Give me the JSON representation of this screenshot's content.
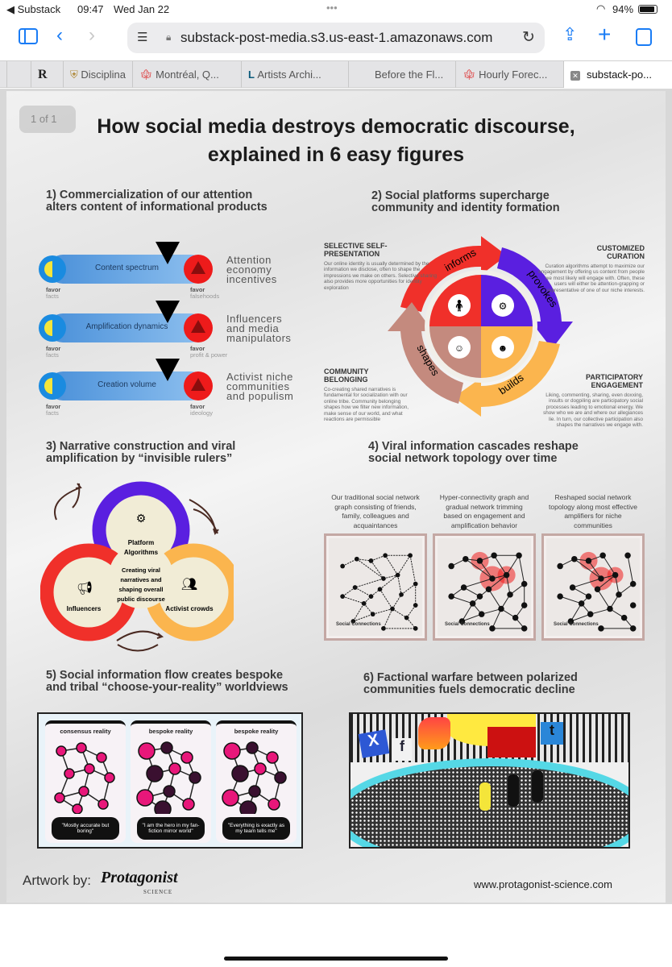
{
  "status_bar": {
    "back_app": "◀ Substack",
    "time": "09:47",
    "date": "Wed Jan 22",
    "dots": "•••",
    "wifi": "94%"
  },
  "browser": {
    "url": "substack-post-media.s3.us-east-1.amazonaws.com",
    "tabs": [
      {
        "label": "R",
        "icon": "r-favicon"
      },
      {
        "label": "Disciplina",
        "icon": "crest-favicon"
      },
      {
        "label": "Montréal, Q...",
        "icon": "maple-leaf-favicon"
      },
      {
        "label": "Artists Archi...",
        "icon": "l-favicon"
      },
      {
        "label": "Before the Fl...",
        "icon": ""
      },
      {
        "label": "Hourly Forec...",
        "icon": "maple-leaf-favicon"
      },
      {
        "label": "substack-po...",
        "icon": "close-icon",
        "active": true
      }
    ]
  },
  "viewer": {
    "page_indicator": "1 of 1"
  },
  "poster": {
    "title_line1": "How social media destroys democratic discourse,",
    "title_line2": "explained in 6 easy figures",
    "s1": {
      "heading_line1": "1) Commercialization of our attention",
      "heading_line2": "alters content of informational products",
      "rows": [
        {
          "bar": "Content spectrum",
          "left_favor": "favor",
          "left_value": "facts",
          "right_favor": "favor",
          "right_value": "falsehoods",
          "side": [
            "Attention",
            "economy",
            "incentives"
          ]
        },
        {
          "bar": "Amplification dynamics",
          "left_favor": "favor",
          "left_value": "facts",
          "right_favor": "favor",
          "right_value": "profit & power",
          "side": [
            "Influencers",
            "and media",
            "manipulators"
          ]
        },
        {
          "bar": "Creation volume",
          "left_favor": "favor",
          "left_value": "facts",
          "right_favor": "favor",
          "right_value": "ideology",
          "side": [
            "Activist niche",
            "communities",
            "and populism"
          ]
        }
      ]
    },
    "s2": {
      "heading_line1": "2) Social platforms supercharge",
      "heading_line2": "community and identity formation",
      "arrows": {
        "informs": "informs",
        "provokes": "provokes",
        "builds": "builds",
        "shapes": "shapes"
      },
      "colors": {
        "red": "#f0302a",
        "purple": "#5a1fe0",
        "orange": "#fbb54e",
        "rose": "#c48a7e"
      },
      "quadrants": [
        {
          "title": [
            "SELECTIVE SELF-",
            "PRESENTATION"
          ],
          "text": "Our online identity is usually determined by the information we disclose, often to shape the impressions we make on others. Selective sharing also provides more opportunities for identity exploration"
        },
        {
          "title": [
            "CUSTOMIZED",
            "CURATION"
          ],
          "text": "Curation algorithms attempt to maximize our engagement by offering us content from people we most likely will engage with. Often, these users will either be attention-grapping or representative of one of our niche interests."
        },
        {
          "title": [
            "COMMUNITY",
            "BELONGING"
          ],
          "text": "Co-creating shared narratives is fundamental for socialization with our online tribe. Community belonging shapes how we filter new information, make sense of our world, and what reactions are permissible"
        },
        {
          "title": [
            "PARTICIPATORY",
            "ENGAGEMENT"
          ],
          "text": "Liking, commenting, sharing, even doxxing, insults or dogpiling are participatory social processes leading to emotional energy. We show who we are and where our allegiances lie. In turn, our collective participation also shapes the narratives we engage with."
        }
      ]
    },
    "s3": {
      "heading_line1": "3) Narrative construction and viral",
      "heading_line2": "amplification by “invisible rulers”",
      "top": [
        "Platform",
        "Algorithms"
      ],
      "center": [
        "Creating viral",
        "narratives and",
        "shaping overall",
        "public discourse"
      ],
      "left": "Influencers",
      "right": "Activist crowds"
    },
    "s4": {
      "heading_line1": "4) Viral information cascades reshape",
      "heading_line2": "social network topology over time",
      "panels": [
        {
          "caption": [
            "Our traditional social network",
            "graph consisting of friends,",
            "family, colleagues and",
            "acquaintances"
          ],
          "label": "Social Connections"
        },
        {
          "caption": [
            "Hyper-connectivity graph and",
            "gradual network trimming",
            "based on engagement and",
            "amplification behavior"
          ],
          "label": "Social Connections"
        },
        {
          "caption": [
            "Reshaped social network",
            "topology along most effective",
            "amplifiers for niche",
            "communities"
          ],
          "label": "Social Connections"
        }
      ]
    },
    "s5": {
      "heading_line1": "5) Social information flow creates bespoke",
      "heading_line2": "and tribal “choose-your-reality” worldviews",
      "phones": [
        {
          "title": "consensus reality",
          "quote": "\"Mostly accurate but boring\""
        },
        {
          "title": "bespoke reality",
          "quote": "\"I am the hero in my fan-fiction mirror world\""
        },
        {
          "title": "bespoke reality",
          "quote": "\"Everything is exactly as my team tells me\""
        }
      ]
    },
    "s6": {
      "heading_line1": "6) Factional warfare between polarized",
      "heading_line2": "communities fuels democratic decline",
      "flags": [
        "X",
        "f",
        "t"
      ]
    },
    "footer": {
      "artwork_by": "Artwork by:",
      "logo_text": "Protagonist",
      "logo_sub": "SCIENCE",
      "url": "www.protagonist-science.com"
    }
  }
}
